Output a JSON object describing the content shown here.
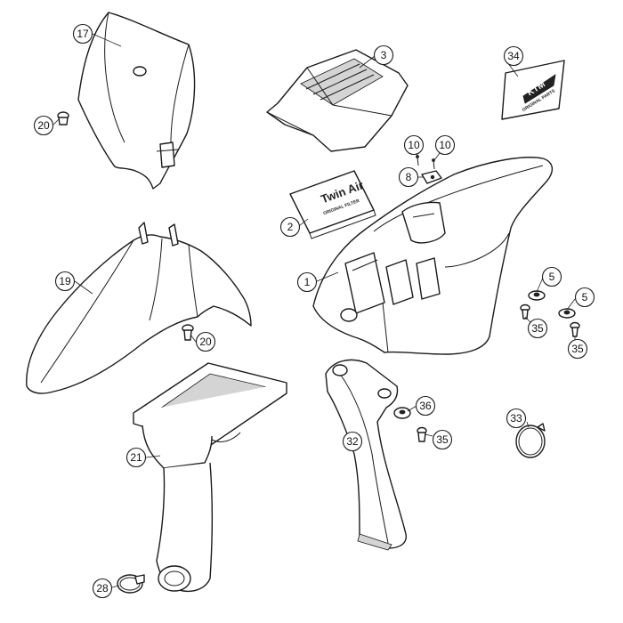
{
  "callouts": {
    "c1": "1",
    "c2": "2",
    "c3": "3",
    "c5a": "5",
    "c5b": "5",
    "c8": "8",
    "c10a": "10",
    "c10b": "10",
    "c17": "17",
    "c19": "19",
    "c20a": "20",
    "c20b": "20",
    "c21": "21",
    "c28": "28",
    "c32": "32",
    "c33": "33",
    "c34": "34",
    "c35a": "35",
    "c35b": "35",
    "c35c": "35",
    "c36": "36"
  },
  "parts": {
    "filter_label_main": "Twin Air",
    "filter_label_sub": "ORIGINAL FILTER",
    "decal_logo": "KTM",
    "decal_sub": "ORIGINAL PARTS"
  },
  "colors": {
    "line": "#1a1a1a",
    "fill": "#ffffff",
    "shade": "#d4d4d4"
  }
}
